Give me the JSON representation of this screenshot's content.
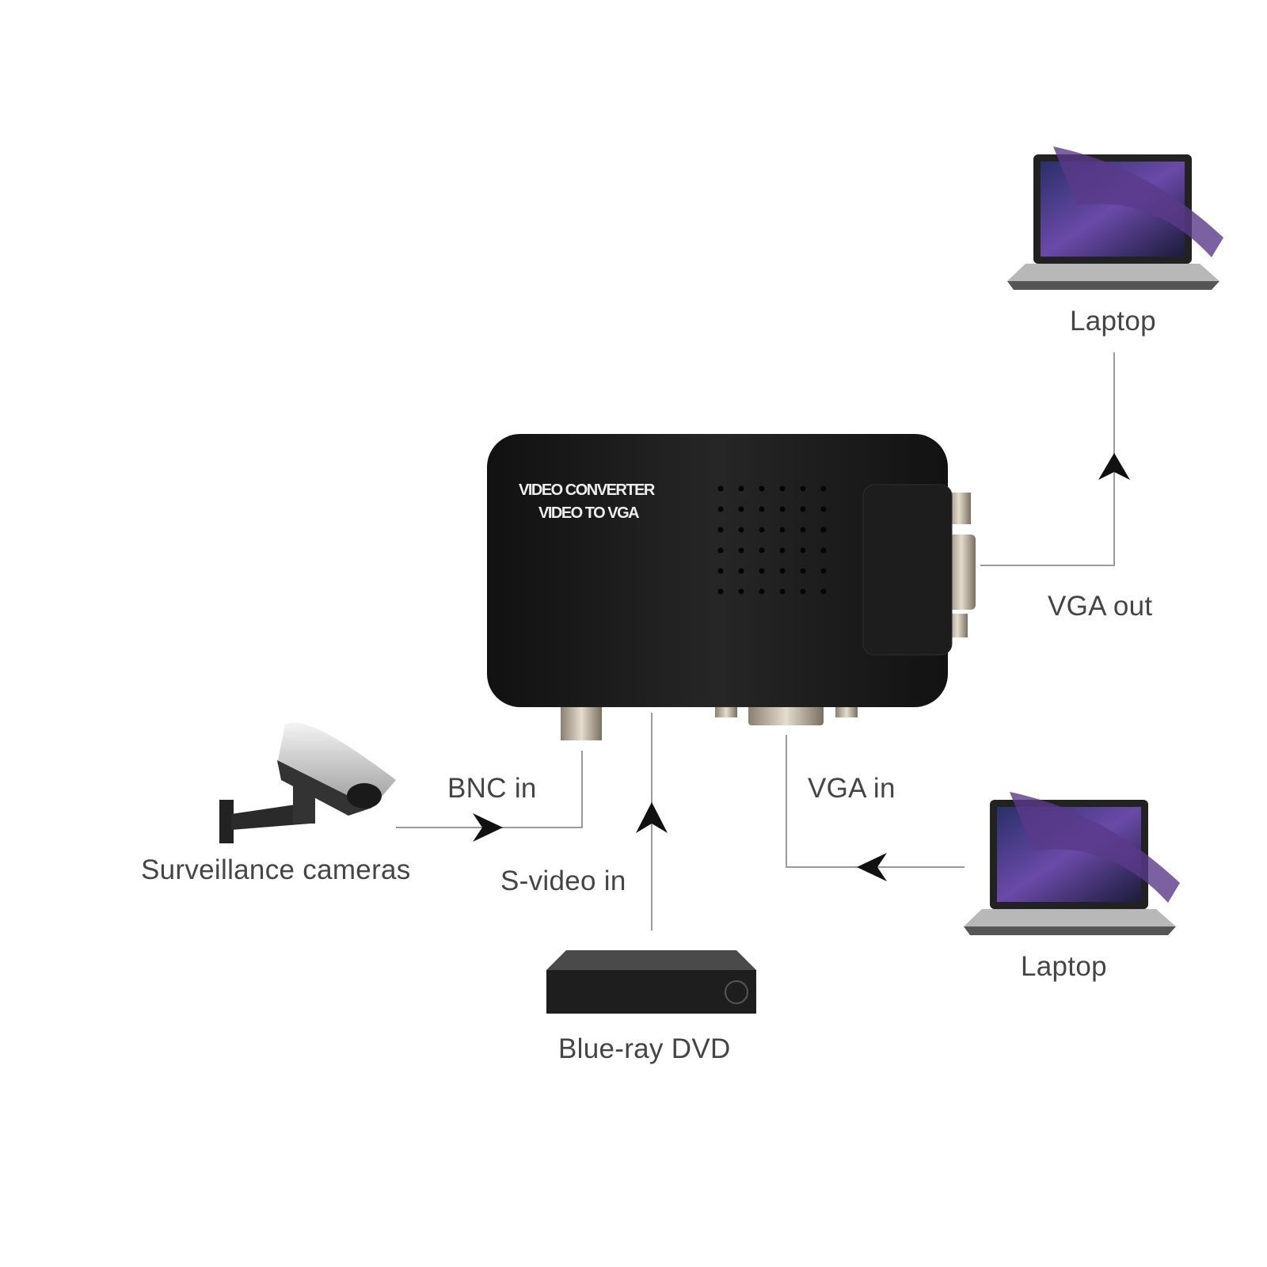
{
  "device": {
    "line1": "VIDEO CONVERTER",
    "line2": "VIDEO TO VGA"
  },
  "labels": {
    "laptop_top": "Laptop",
    "vga_out": "VGA out",
    "bnc_in": "BNC in",
    "s_video_in": "S-video in",
    "vga_in": "VGA in",
    "surveillance": "Surveillance cameras",
    "dvd": "Blue-ray DVD",
    "laptop_bottom": "Laptop"
  },
  "colors": {
    "device": "#1a1a1a",
    "line": "#9a9a9a",
    "arrow": "#111111",
    "text": "#454545"
  }
}
